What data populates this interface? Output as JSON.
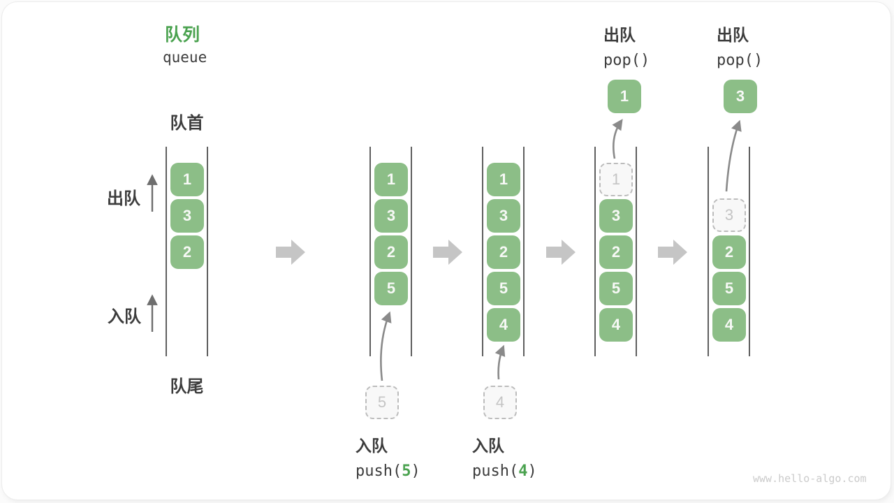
{
  "title": {
    "zh": "队列",
    "en": "queue"
  },
  "axis_labels": {
    "front": "队首",
    "rear": "队尾",
    "dequeue": "出队",
    "enqueue": "入队"
  },
  "states": [
    {
      "items": [
        "1",
        "3",
        "2"
      ]
    },
    {
      "items": [
        "1",
        "3",
        "2",
        "5"
      ],
      "pending": "5"
    },
    {
      "items": [
        "1",
        "3",
        "2",
        "5",
        "4"
      ],
      "pending": "4"
    },
    {
      "items": [
        "3",
        "2",
        "5",
        "4"
      ],
      "removed": "1",
      "popped": "1"
    },
    {
      "items": [
        "2",
        "5",
        "4"
      ],
      "removed": "3",
      "popped": "3"
    }
  ],
  "operations": {
    "enqueue5": {
      "label": "入队",
      "code_pre": "push(",
      "arg": "5",
      "code_post": ")"
    },
    "enqueue4": {
      "label": "入队",
      "code_pre": "push(",
      "arg": "4",
      "code_post": ")"
    },
    "pop_a": {
      "label": "出队",
      "code": "pop()"
    },
    "pop_b": {
      "label": "出队",
      "code": "pop()"
    }
  },
  "watermark": "www.hello-algo.com",
  "colors": {
    "green_box": "#8CBE87",
    "green_accent": "#4AA24F",
    "text_dark": "#3C3C3C",
    "line_color": "#5F5F5F",
    "arrow_thin": "#6E6E6E",
    "arrow_curve": "#8A8A8A",
    "block_arrow": "#C5C5C5",
    "dashed_border": "#BCBCBC",
    "dashed_fill": "#F8F8F8",
    "dashed_text": "#C4C4C4",
    "box_text": "#F7F9F6",
    "watermark": "#CBCBCB"
  }
}
